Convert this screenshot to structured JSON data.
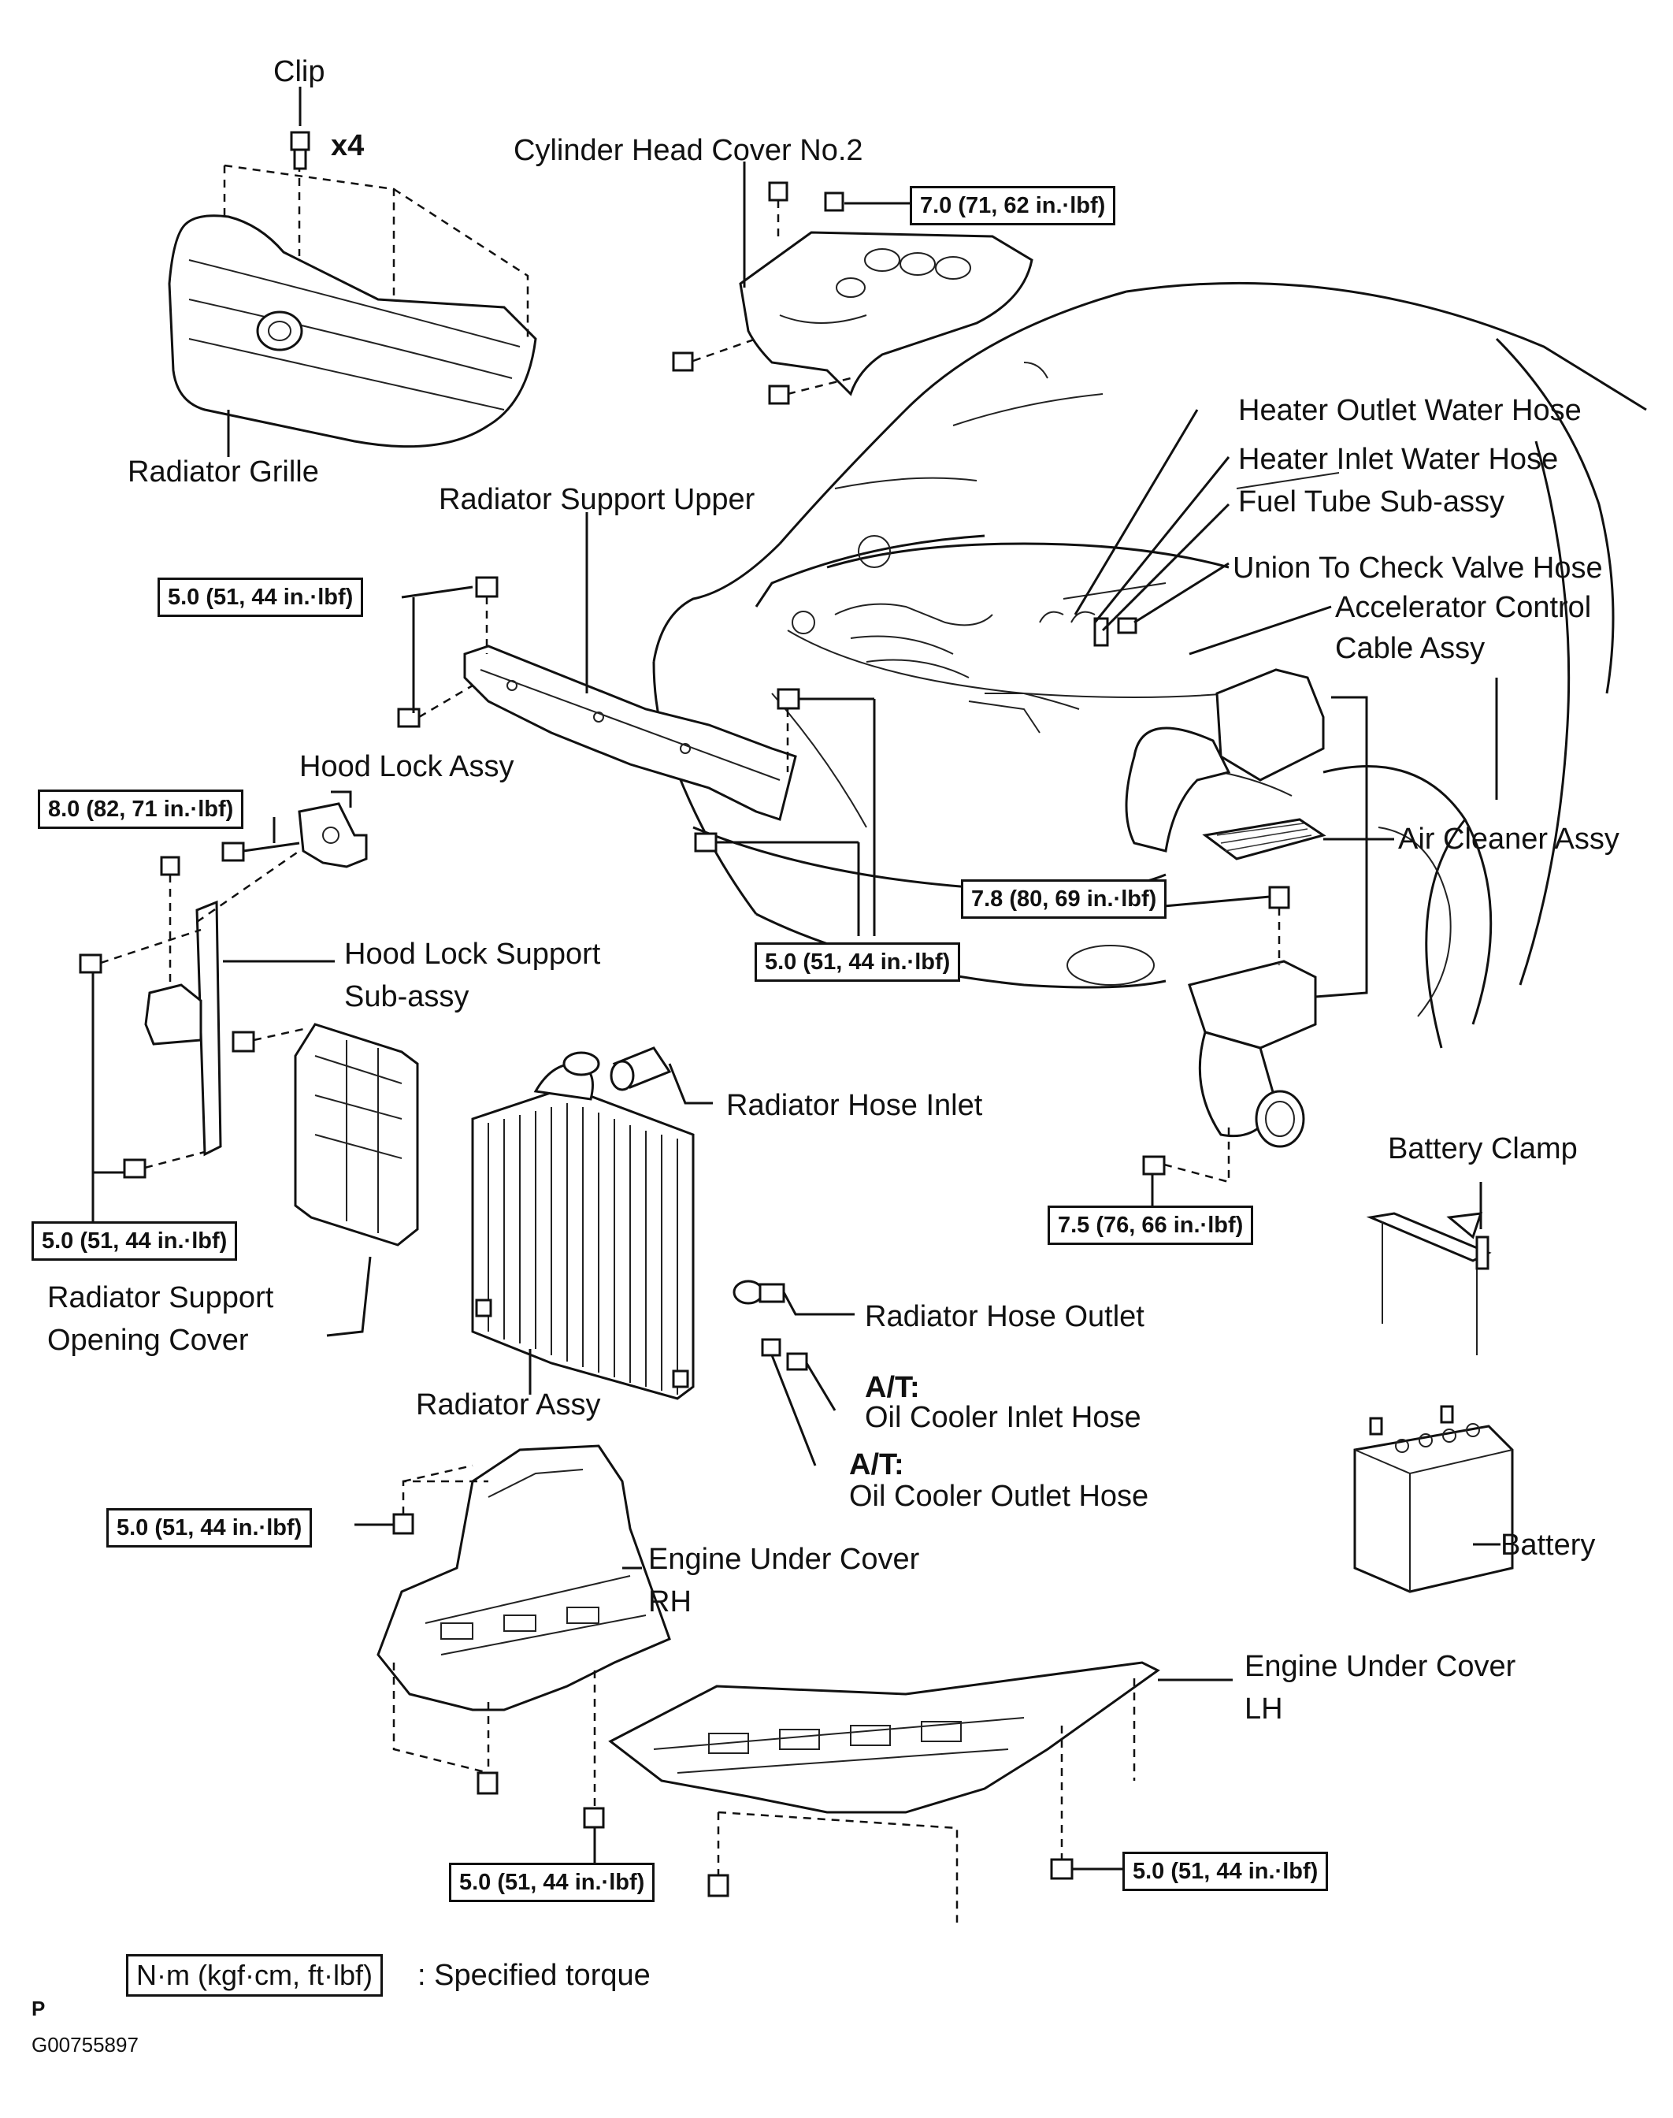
{
  "labels": {
    "clip": "Clip",
    "clip_qty": "x4",
    "cyl_head_cover": "Cylinder Head Cover No.2",
    "radiator_grille": "Radiator Grille",
    "radiator_support_upper": "Radiator Support Upper",
    "heater_outlet": "Heater Outlet Water Hose",
    "heater_inlet": "Heater Inlet Water Hose",
    "fuel_tube": "Fuel Tube Sub-assy",
    "union_check": "Union To Check Valve Hose",
    "accel_1": "Accelerator  Control",
    "accel_2": "Cable Assy",
    "hood_lock": "Hood Lock Assy",
    "air_cleaner": "Air Cleaner Assy",
    "hood_lock_support_1": "Hood  Lock  Support",
    "hood_lock_support_2": "Sub-assy",
    "radiator_hose_inlet": "Radiator Hose Inlet",
    "battery_clamp": "Battery Clamp",
    "rad_support_open_1": "Radiator  Support",
    "rad_support_open_2": "Opening Cover",
    "radiator_hose_outlet": "Radiator Hose Outlet",
    "at_1": "A/T:",
    "oil_cooler_inlet": "Oil Cooler Inlet Hose",
    "radiator_assy": "Radiator Assy",
    "at_2": "A/T:",
    "oil_cooler_outlet": "Oil Cooler Outlet Hose",
    "battery": "Battery",
    "engine_under_rh_1": "Engine  Under  Cover",
    "engine_under_rh_2": "RH",
    "engine_under_lh_1": "Engine  Under  Cover",
    "engine_under_lh_2": "LH"
  },
  "torques": {
    "cyl_head": "7.0 (71, 62 in.·lbf)",
    "rad_support_upper": "5.0 (51, 44 in.·lbf)",
    "hood_lock": "8.0 (82, 71 in.·lbf)",
    "air_cleaner_upper": "7.8 (80, 69 in.·lbf)",
    "rad_support_mid": "5.0 (51, 44 in.·lbf)",
    "hood_lock_support": "5.0 (51, 44 in.·lbf)",
    "air_cleaner_lower": "7.5 (76, 66 in.·lbf)",
    "under_cover_rh": "5.0 (51, 44 in.·lbf)",
    "under_cover_bottom": "5.0 (51, 44 in.·lbf)",
    "under_cover_lh": "5.0 (51, 44 in.·lbf)"
  },
  "legend": {
    "units": "N·m (kgf·cm, ft·lbf)",
    "text": ": Specified torque"
  },
  "footer": {
    "letter": "P",
    "code": "G00755897"
  }
}
